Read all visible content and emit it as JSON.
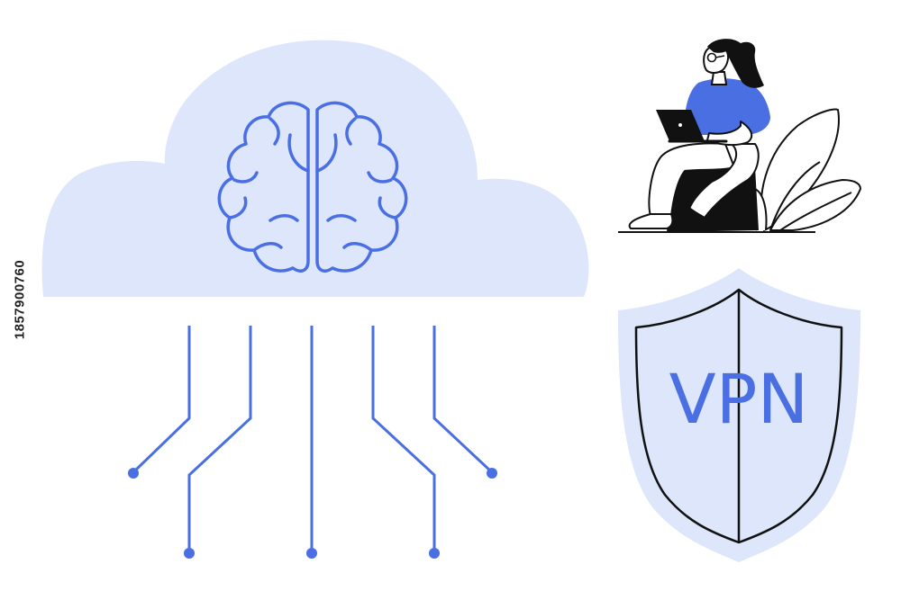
{
  "shield": {
    "label": "VPN"
  },
  "stock_id": "1857900760",
  "colors": {
    "accent": "#4a6fe3",
    "light": "#dde6fa",
    "ink": "#111111",
    "white": "#ffffff"
  },
  "icons": [
    "cloud-icon",
    "brain-icon",
    "circuit-lines-icon",
    "woman-with-laptop-figure",
    "plant-icon",
    "shield-icon"
  ]
}
